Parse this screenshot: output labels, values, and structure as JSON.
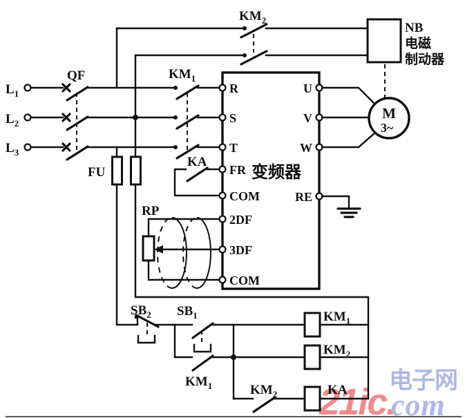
{
  "brake_circuit": {
    "km2_contact": {
      "main": "KM",
      "sub": "2"
    },
    "brake": {
      "id": "NB",
      "name_line1": "电磁",
      "name_line2": "制动器"
    }
  },
  "power": {
    "phases": [
      {
        "main": "L",
        "sub": "1"
      },
      {
        "main": "L",
        "sub": "2"
      },
      {
        "main": "L",
        "sub": "3"
      }
    ],
    "breaker": "QF",
    "fuse": "FU",
    "main_contactor": {
      "main": "KM",
      "sub": "1"
    }
  },
  "inverter": {
    "name": "变频器",
    "left_terminals": [
      "R",
      "S",
      "T",
      "FR",
      "COM",
      "2DF",
      "3DF",
      "COM"
    ],
    "right_terminals": [
      "U",
      "V",
      "W",
      "RE"
    ]
  },
  "motor": {
    "id": "M",
    "phase": "3~"
  },
  "relay_contact": "KA",
  "potentiometer": "RP",
  "control": {
    "stop_button": {
      "main": "SB",
      "sub": "2"
    },
    "start_button": {
      "main": "SB",
      "sub": "1"
    },
    "holding_contact": {
      "main": "KM",
      "sub": "1"
    },
    "km2_aux_contact": {
      "main": "KM",
      "sub": "2"
    },
    "coils": [
      {
        "main": "KM",
        "sub": "1"
      },
      {
        "main": "KM",
        "sub": "2"
      },
      {
        "main": "KA",
        "sub": ""
      }
    ]
  },
  "watermark": {
    "brand": "21ic.",
    "site_cn": "电子网",
    "domain": "com",
    "brand_color": "#ee8c8c",
    "site_color": "#aeb8e4"
  }
}
